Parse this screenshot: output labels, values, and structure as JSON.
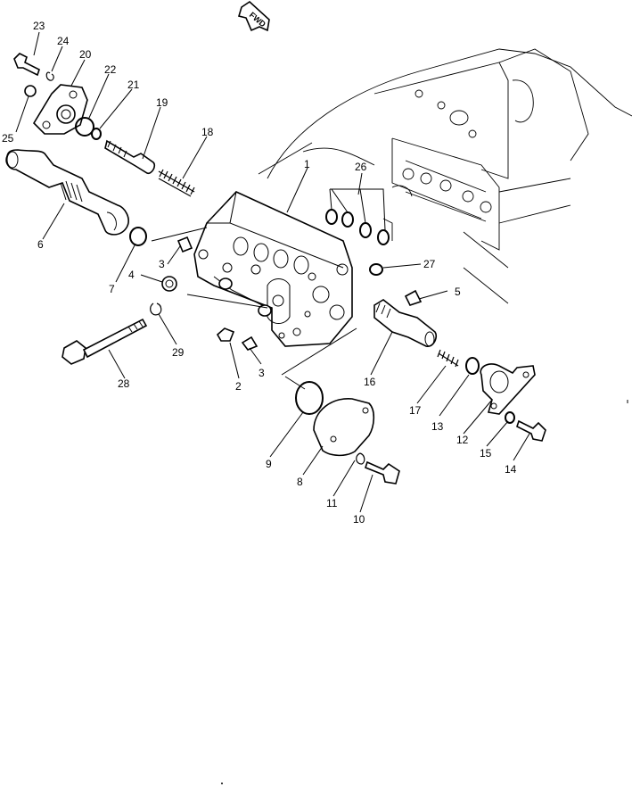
{
  "direction_arrow": {
    "label": "FWD"
  },
  "callouts": [
    {
      "id": "c1",
      "label": "1"
    },
    {
      "id": "c2",
      "label": "2"
    },
    {
      "id": "c3a",
      "label": "3"
    },
    {
      "id": "c3b",
      "label": "3"
    },
    {
      "id": "c4",
      "label": "4"
    },
    {
      "id": "c5",
      "label": "5"
    },
    {
      "id": "c6",
      "label": "6"
    },
    {
      "id": "c7",
      "label": "7"
    },
    {
      "id": "c8",
      "label": "8"
    },
    {
      "id": "c9",
      "label": "9"
    },
    {
      "id": "c10",
      "label": "10"
    },
    {
      "id": "c11",
      "label": "11"
    },
    {
      "id": "c12",
      "label": "12"
    },
    {
      "id": "c13",
      "label": "13"
    },
    {
      "id": "c14",
      "label": "14"
    },
    {
      "id": "c15",
      "label": "15"
    },
    {
      "id": "c16",
      "label": "16"
    },
    {
      "id": "c17",
      "label": "17"
    },
    {
      "id": "c18",
      "label": "18"
    },
    {
      "id": "c19",
      "label": "19"
    },
    {
      "id": "c20",
      "label": "20"
    },
    {
      "id": "c21",
      "label": "21"
    },
    {
      "id": "c22",
      "label": "22"
    },
    {
      "id": "c23",
      "label": "23"
    },
    {
      "id": "c24",
      "label": "24"
    },
    {
      "id": "c25",
      "label": "25"
    },
    {
      "id": "c26",
      "label": "26"
    },
    {
      "id": "c27",
      "label": "27"
    },
    {
      "id": "c28",
      "label": "28"
    },
    {
      "id": "c29",
      "label": "29"
    }
  ]
}
